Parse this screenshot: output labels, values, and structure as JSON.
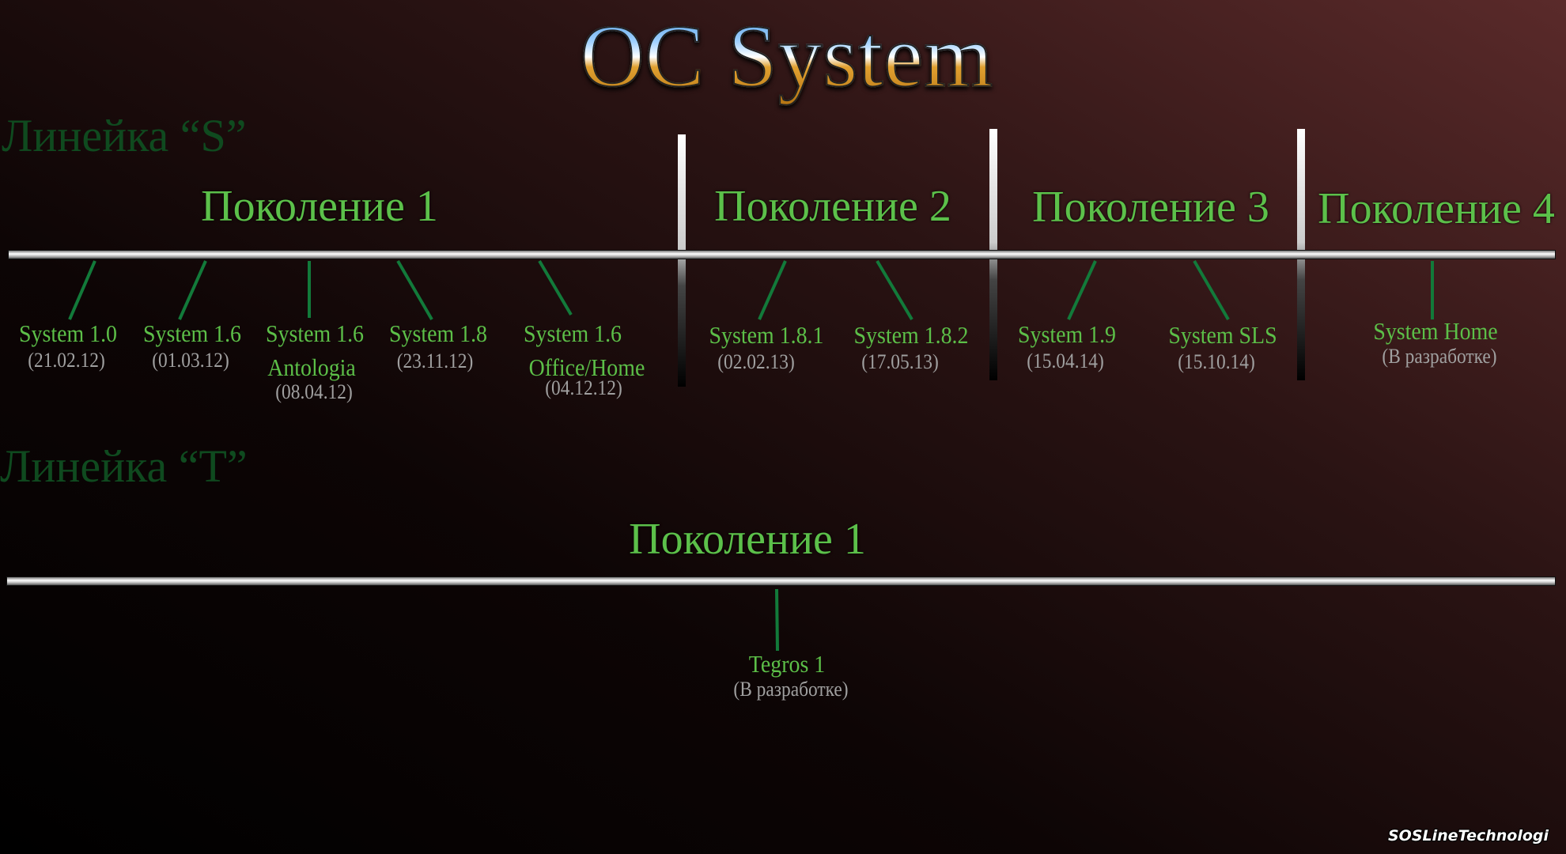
{
  "title": "OC System",
  "line_s": {
    "label": "Линейка “S”",
    "generations": [
      "Поколение 1",
      "Поколение 2",
      "Поколение 3",
      "Поколение 4"
    ],
    "items": [
      {
        "name": "System 1.0",
        "date": "(21.02.12)"
      },
      {
        "name": "System 1.6",
        "date": "(01.03.12)"
      },
      {
        "name": "System 1.6",
        "name2": "Antologia",
        "date": "(08.04.12)"
      },
      {
        "name": "System 1.8",
        "date": "(23.11.12)"
      },
      {
        "name": "System 1.6",
        "name2": "Office/Home",
        "date": "(04.12.12)"
      },
      {
        "name": "System 1.8.1",
        "date": "(02.02.13)"
      },
      {
        "name": "System 1.8.2",
        "date": "(17.05.13)"
      },
      {
        "name": "System 1.9",
        "date": "(15.04.14)"
      },
      {
        "name": "System SLS",
        "date": "(15.10.14)"
      },
      {
        "name": "System Home",
        "date": "(В разработке)"
      }
    ]
  },
  "line_t": {
    "label": "Линейка “T”",
    "generations": [
      "Поколение 1"
    ],
    "items": [
      {
        "name": "Tegros 1",
        "date": "(В разработке)"
      }
    ]
  },
  "watermark": "SOSLineTechnologi"
}
